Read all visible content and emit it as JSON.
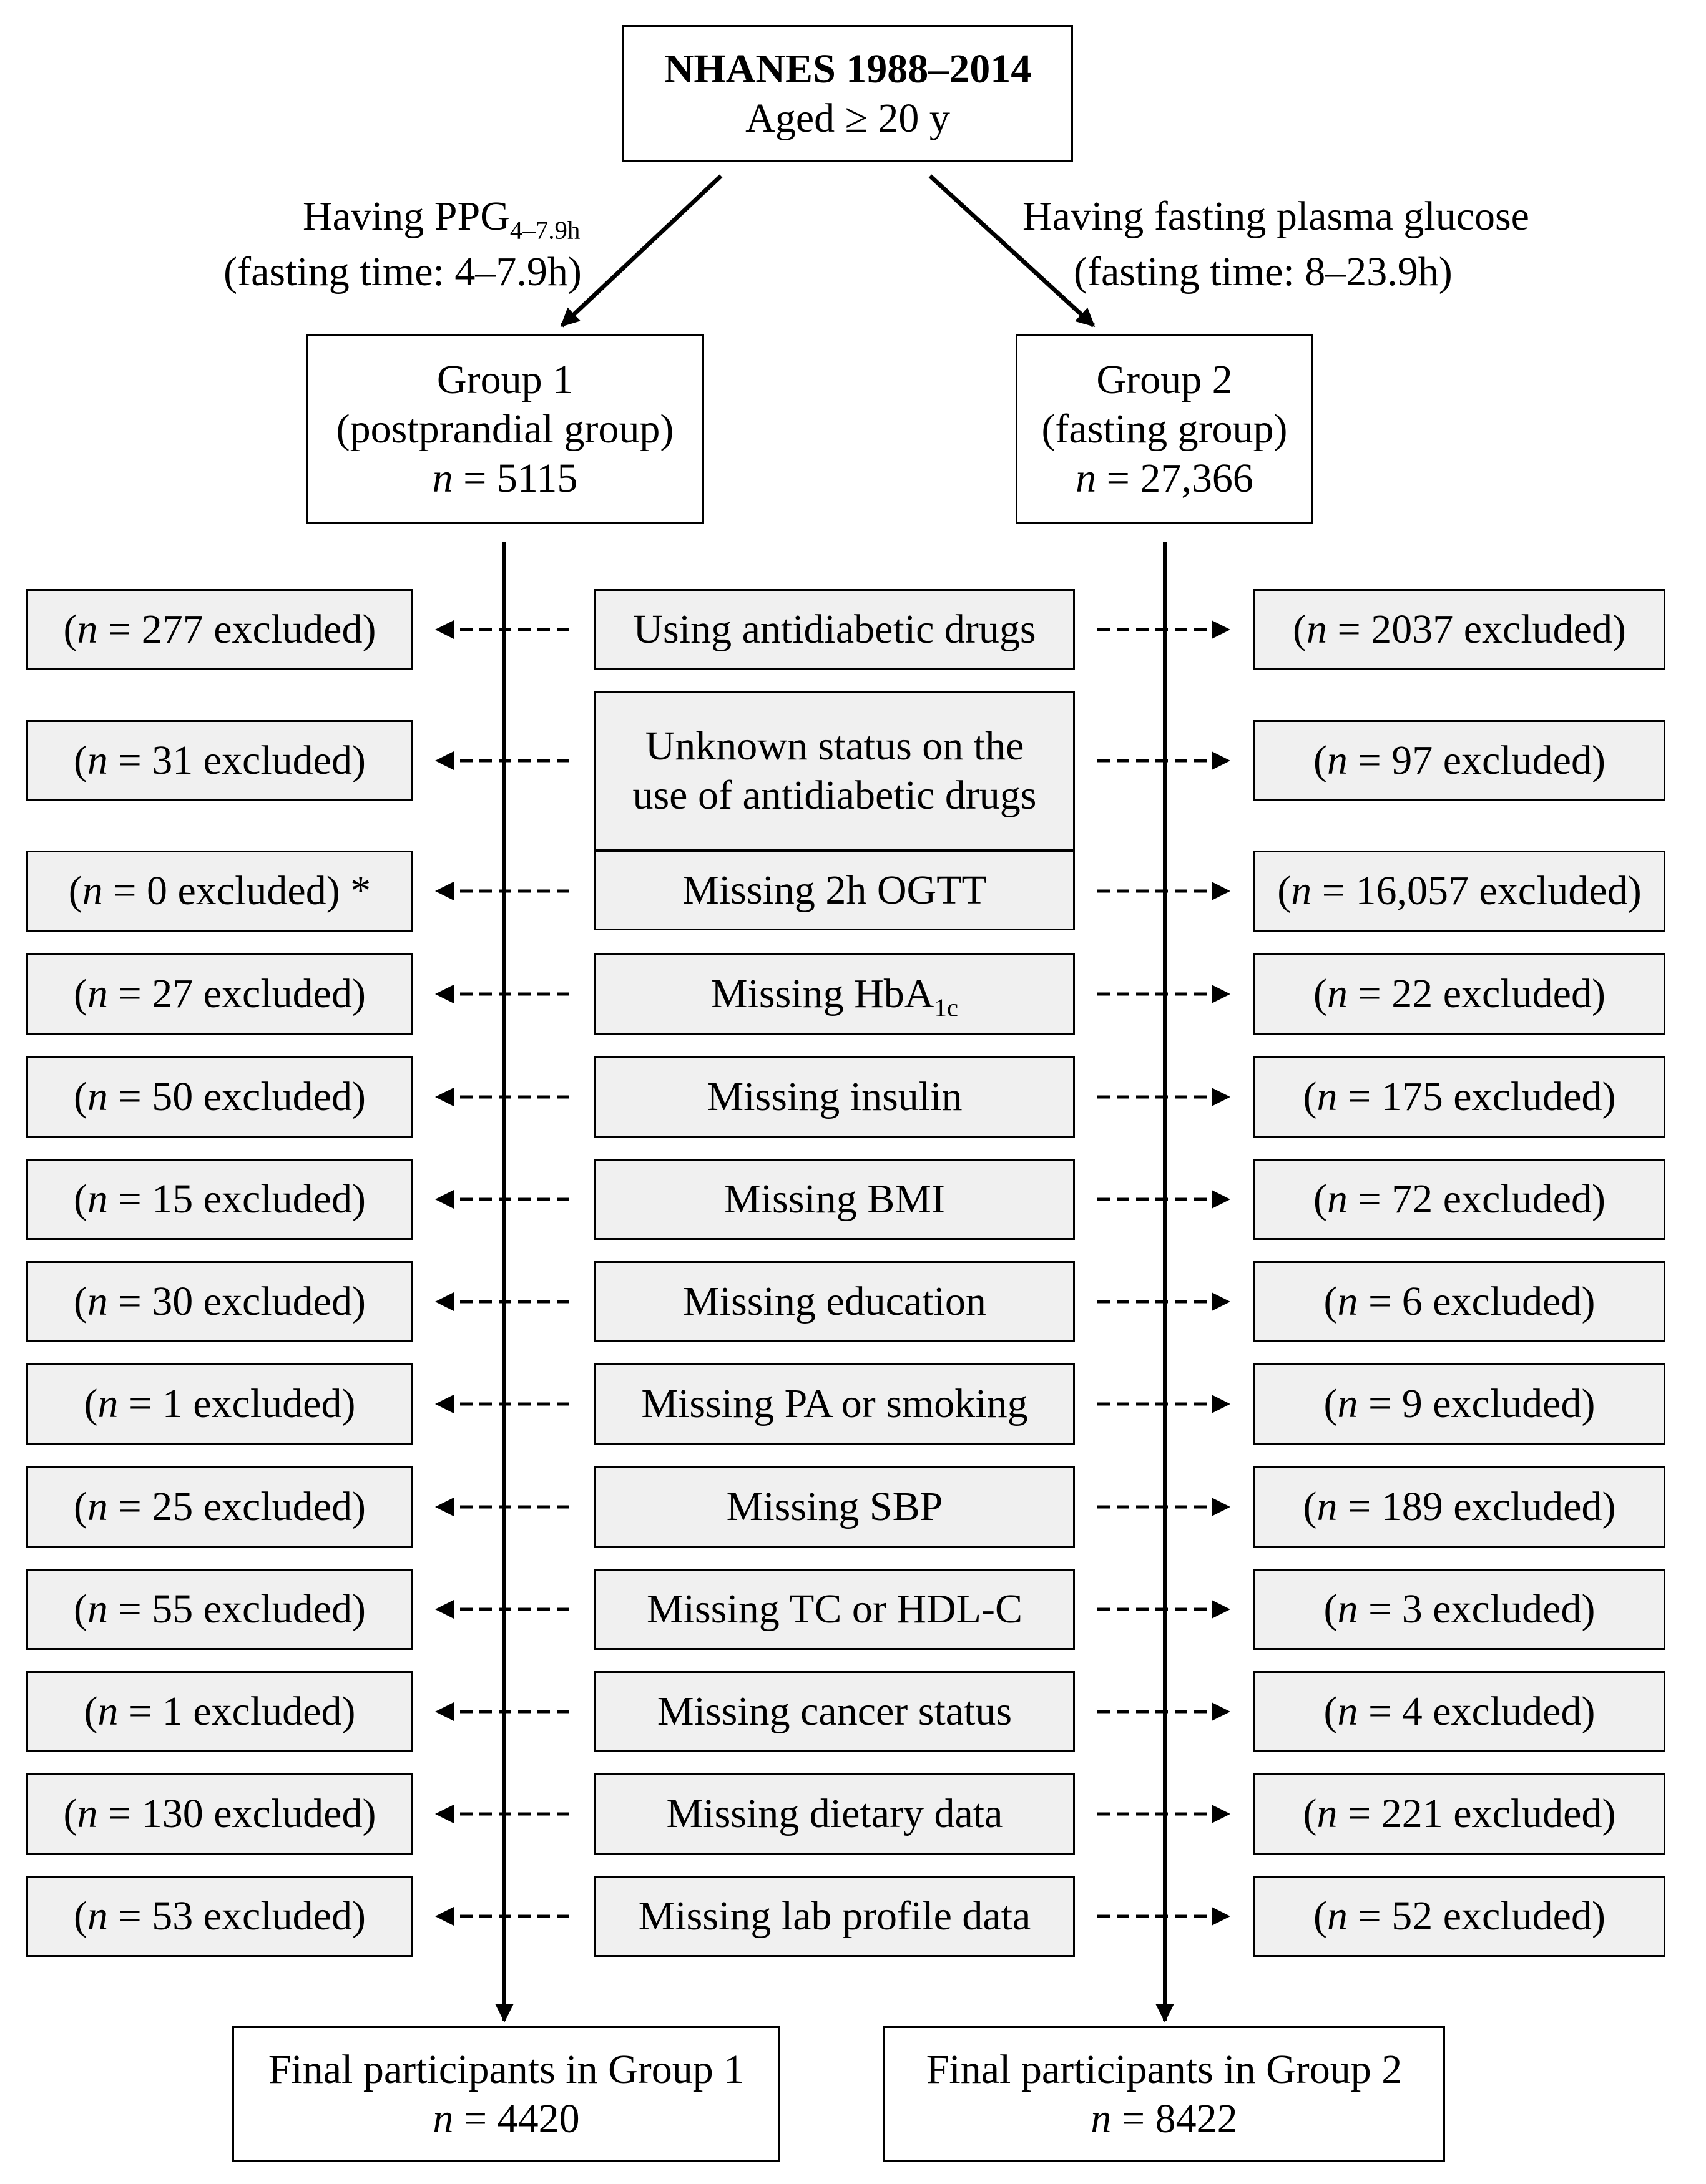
{
  "top": {
    "title": "NHANES 1988–2014",
    "subtitle": "Aged ≥ 20 y"
  },
  "left_branch": {
    "line1_text": "Having PPG",
    "line1_sub": "4–7.9h",
    "line2": "(fasting time: 4–7.9h)"
  },
  "right_branch": {
    "line1": "Having fasting plasma glucose",
    "line2": "(fasting time: 8–23.9h)"
  },
  "group1": {
    "title": "Group 1",
    "subtitle": "(postprandial group)",
    "n_label": "n",
    "n_value": "= 5115"
  },
  "group2": {
    "title": "Group 2",
    "subtitle": "(fasting group)",
    "n_label": "n",
    "n_value": "= 27,366"
  },
  "criteria": [
    {
      "text": "Using antidiabetic drugs"
    },
    {
      "text": "Unknown  status on the",
      "text2": "use of antidiabetic drugs"
    },
    {
      "text": "Missing 2h OGTT"
    },
    {
      "text": "Missing HbA",
      "sub": "1c"
    },
    {
      "text": "Missing insulin"
    },
    {
      "text": "Missing BMI"
    },
    {
      "text": "Missing education"
    },
    {
      "text": "Missing PA or smoking"
    },
    {
      "text": "Missing SBP"
    },
    {
      "text": "Missing TC or HDL-C"
    },
    {
      "text": "Missing cancer status"
    },
    {
      "text": "Missing dietary data"
    },
    {
      "text": "Missing lab profile data"
    }
  ],
  "left_exclusions": [
    {
      "pre": "(",
      "n": "n",
      "post": "  = 277 excluded)"
    },
    {
      "pre": "(",
      "n": "n",
      "post": " = 31 excluded)"
    },
    {
      "pre": "(",
      "n": "n",
      "post": " = 0 excluded) *"
    },
    {
      "pre": "(",
      "n": "n",
      "post": " = 27 excluded)"
    },
    {
      "pre": "(",
      "n": "n",
      "post": " = 50 excluded)"
    },
    {
      "pre": "(",
      "n": "n",
      "post": " = 15 excluded)"
    },
    {
      "pre": "(",
      "n": "n",
      "post": " = 30 excluded)"
    },
    {
      "pre": "(",
      "n": "n",
      "post": " = 1 excluded)"
    },
    {
      "pre": "(",
      "n": "n",
      "post": " = 25 excluded)"
    },
    {
      "pre": "(",
      "n": "n",
      "post": " = 55 excluded)"
    },
    {
      "pre": "(",
      "n": "n",
      "post": " = 1 excluded)"
    },
    {
      "pre": "(",
      "n": "n",
      "post": " = 130 excluded)"
    },
    {
      "pre": "(",
      "n": "n",
      "post": " = 53 excluded)"
    }
  ],
  "right_exclusions": [
    {
      "pre": "(",
      "n": "n",
      "post": "  = 2037 excluded)"
    },
    {
      "pre": "(",
      "n": "n",
      "post": " = 97 excluded)"
    },
    {
      "pre": "(",
      "n": "n",
      "post": " = 16,057 excluded)"
    },
    {
      "pre": "(",
      "n": "n",
      "post": " = 22 excluded)"
    },
    {
      "pre": "(",
      "n": "n",
      "post": " = 175 excluded)"
    },
    {
      "pre": "(",
      "n": "n",
      "post": " = 72 excluded)"
    },
    {
      "pre": "(",
      "n": "n",
      "post": " = 6 excluded)"
    },
    {
      "pre": "(",
      "n": "n",
      "post": " = 9 excluded)"
    },
    {
      "pre": "(",
      "n": "n",
      "post": " = 189 excluded)"
    },
    {
      "pre": "(",
      "n": "n",
      "post": " = 3 excluded)"
    },
    {
      "pre": "(",
      "n": "n",
      "post": " = 4 excluded)"
    },
    {
      "pre": "(",
      "n": "n",
      "post": " = 221 excluded)"
    },
    {
      "pre": "(",
      "n": "n",
      "post": " = 52 excluded)"
    }
  ],
  "final1": {
    "title": "Final participants in Group 1",
    "n_label": "n",
    "n_value": "= 4420"
  },
  "final2": {
    "title": "Final participants in Group  2",
    "n_label": "n",
    "n_value": "= 8422"
  },
  "colors": {
    "line": "#000000",
    "criteria_fill": "#f0f0f0",
    "box_fill": "#ffffff"
  }
}
